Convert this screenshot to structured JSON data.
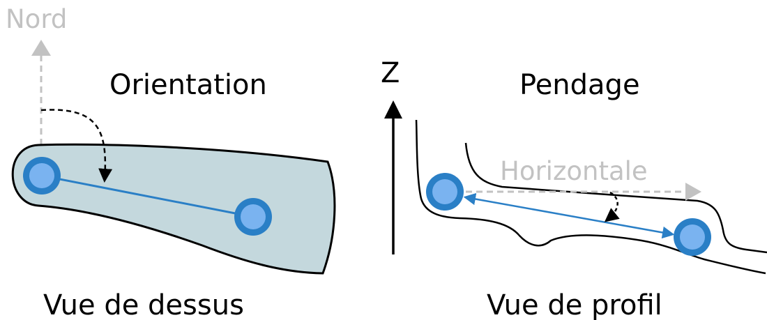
{
  "top_view": {
    "north_label": "Nord",
    "title": "Orientation",
    "caption": "Vue de dessus"
  },
  "profile_view": {
    "z_label": "Z",
    "title": "Pendage",
    "horizontal_label": "Horizontale",
    "caption": "Vue de profil"
  },
  "colors": {
    "gallery_fill": "#c4d8dd",
    "outline": "#000000",
    "point_outer": "#2a7fc6",
    "point_inner": "#7ab3f0",
    "segment": "#2a7fc6",
    "reference_gray": "#c2c2c2",
    "text": "#000000"
  }
}
